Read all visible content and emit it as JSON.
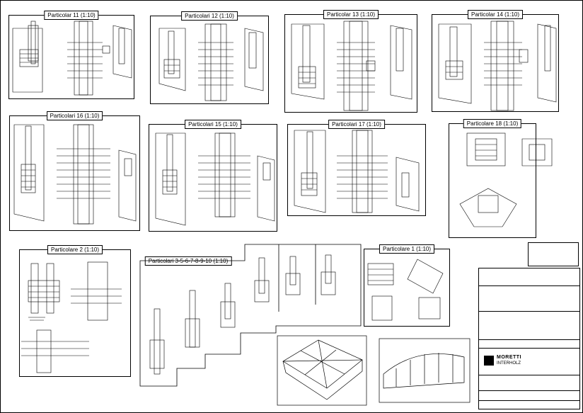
{
  "panels": [
    {
      "id": "p11",
      "title": "Particolar 11 (1:10)"
    },
    {
      "id": "p12",
      "title": "Particolari 12 (1:10)"
    },
    {
      "id": "p13",
      "title": "Particolar 13 (1:10)"
    },
    {
      "id": "p14",
      "title": "Particolar 14 (1:10)"
    },
    {
      "id": "p16",
      "title": "Particolari 16 (1:10)"
    },
    {
      "id": "p15",
      "title": "Particolari 15 (1:10)"
    },
    {
      "id": "p17",
      "title": "Particolari 17 (1:10)"
    },
    {
      "id": "p18",
      "title": "Particolare 18 (1:10)"
    },
    {
      "id": "p2",
      "title": "Particolare 2 (1:10)"
    },
    {
      "id": "p3",
      "title": "Particolari 3-5-6-7-8-9-10 (1:10)"
    },
    {
      "id": "p1",
      "title": "Particolare 1 (1:10)"
    }
  ],
  "title_block": {
    "company": "MORETTI",
    "division": "INTERHOLZ"
  }
}
